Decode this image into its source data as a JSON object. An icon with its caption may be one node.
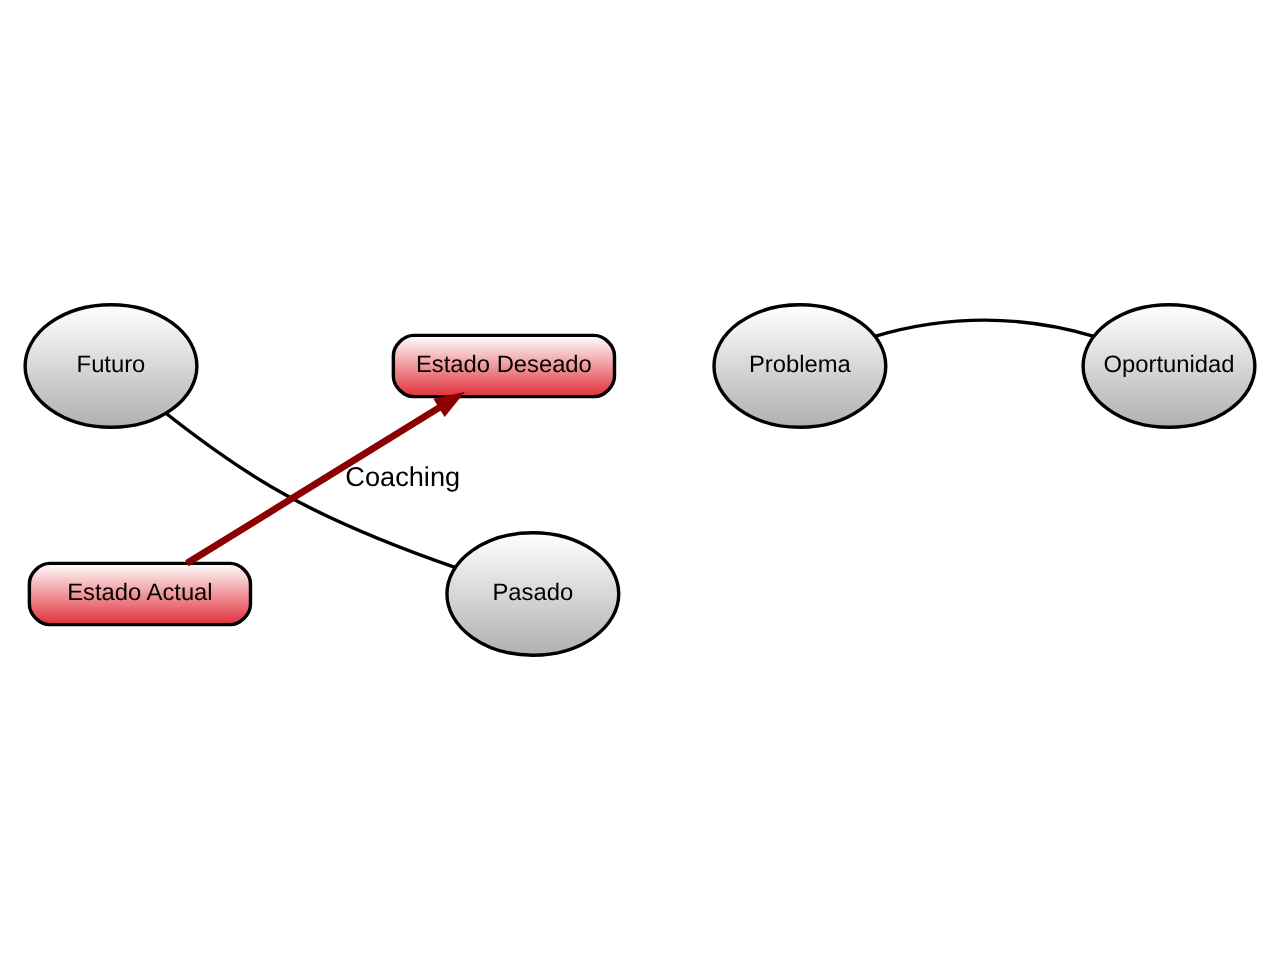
{
  "diagram": {
    "nodes": [
      {
        "text": [
          "Futuro"
        ]
      },
      {
        "text": [
          "Estado Deseado"
        ]
      },
      {
        "text": [
          "Problema"
        ]
      },
      {
        "text": [
          "Oportunidad"
        ]
      },
      {
        "text": [
          "Estado Actual"
        ]
      },
      {
        "text": [
          "Pasado"
        ]
      }
    ],
    "edges": [
      {
        "from": 0,
        "to": 5,
        "arrow": "none"
      },
      {
        "from": 2,
        "to": 3,
        "arrow": "none"
      },
      {
        "from": 4,
        "to": 1,
        "arrow": "to",
        "label": "Coaching",
        "style": "thick",
        "color": "#8b0000"
      }
    ]
  }
}
